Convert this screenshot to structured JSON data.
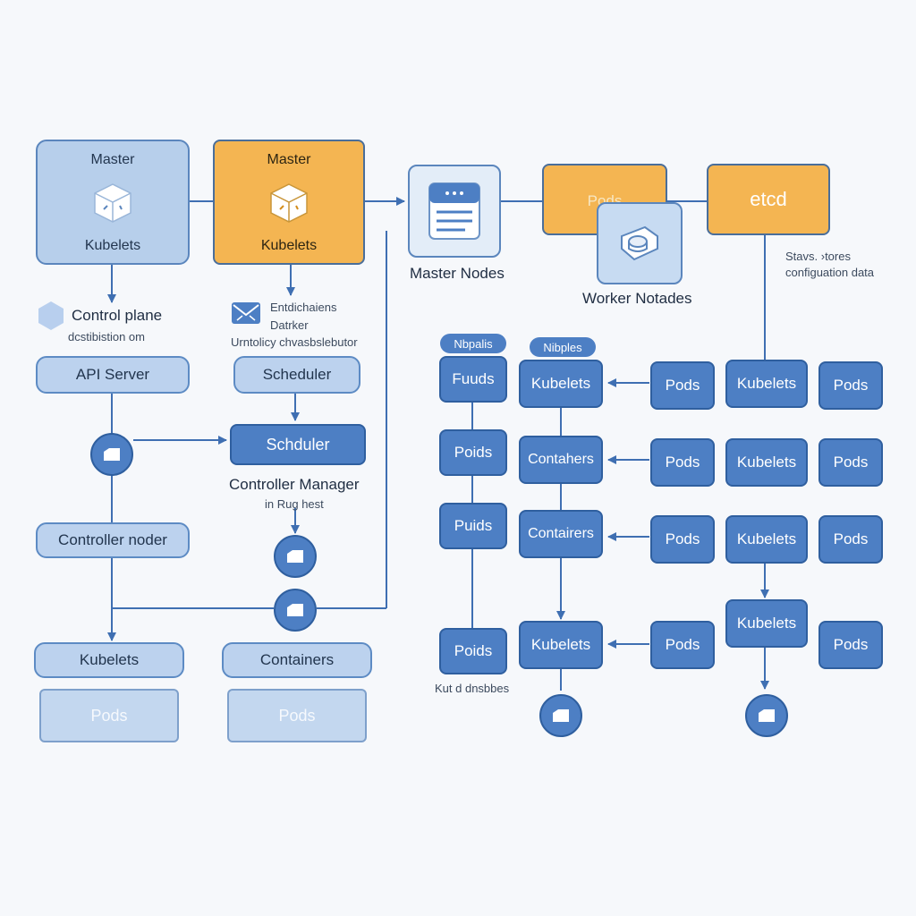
{
  "master_left": {
    "title": "Master",
    "subtitle": "Kubelets"
  },
  "master_right": {
    "title": "Master",
    "subtitle": "Kubelets"
  },
  "master_nodes": {
    "label": "Master Nodes"
  },
  "pods_top": {
    "label": "Pods"
  },
  "worker_nodes": {
    "label": "Worker Notades"
  },
  "etcd": {
    "label": "etcd",
    "note_line1": "Stavs. ›tores",
    "note_line2": "configuation data"
  },
  "control_plane": {
    "label": "Control plane",
    "note": "dcstibistion om"
  },
  "envelope_note": {
    "line1": "Entdichaiens",
    "line2": "Datrker",
    "line3": "Urntolicy chvasbslebutor"
  },
  "left_column": {
    "api_server": "API Server",
    "controller_node": "Controller noder",
    "kubelets": "Kubelets",
    "pods": "Pods"
  },
  "middle_column": {
    "scheduler_light": "Scheduler",
    "scheduler_dark": "Schduler",
    "controller_manager": "Controller Manager",
    "controller_manager_note": "in Rug hest",
    "containers": "Containers",
    "pods": "Pods"
  },
  "worker_grid": {
    "tag_a": "Nbpalis",
    "tag_b": "Nibples",
    "col1": [
      "Fuuds",
      "Poids",
      "Puids",
      "Poids"
    ],
    "col2": [
      "Kubelets",
      "Contahers",
      "Contairers",
      "Kubelets"
    ],
    "col3": [
      "Pods",
      "Pods",
      "Pods",
      "Pods"
    ],
    "col4": [
      "Kubelets",
      "Kubelets",
      "Kubelets",
      "Kubelets"
    ],
    "col5": [
      "Pods",
      "Pods",
      "Pods",
      "Pods"
    ],
    "bottom_note": "Kut d dnsbbes"
  },
  "colors": {
    "light_node": "#b7cfeb",
    "dark_node": "#4d7fc4",
    "accent_orange": "#f4b552",
    "connector": "#3f6fb2"
  },
  "icons": [
    "cube-icon",
    "hexagon-icon",
    "envelope-icon",
    "window-icon",
    "disk-icon",
    "folder-icon"
  ]
}
